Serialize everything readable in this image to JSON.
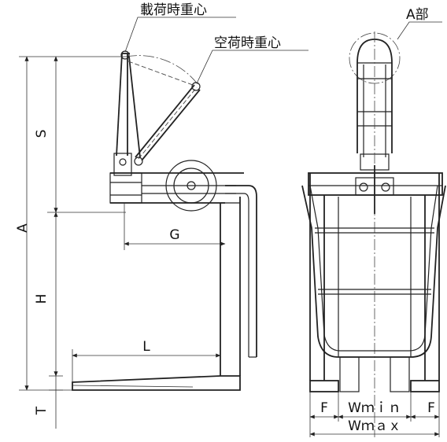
{
  "labels": {
    "loaded_cog": "載荷時重心",
    "unloaded_cog": "空荷時重心",
    "part_a": "A部",
    "dim_s": "S",
    "dim_a": "A",
    "dim_h": "H",
    "dim_t": "T",
    "dim_g": "G",
    "dim_l": "L",
    "dim_f_left": "F",
    "dim_f_right": "F",
    "dim_wmin": "Wｍｉｎ",
    "dim_wmax": "Wｍａｘ"
  }
}
